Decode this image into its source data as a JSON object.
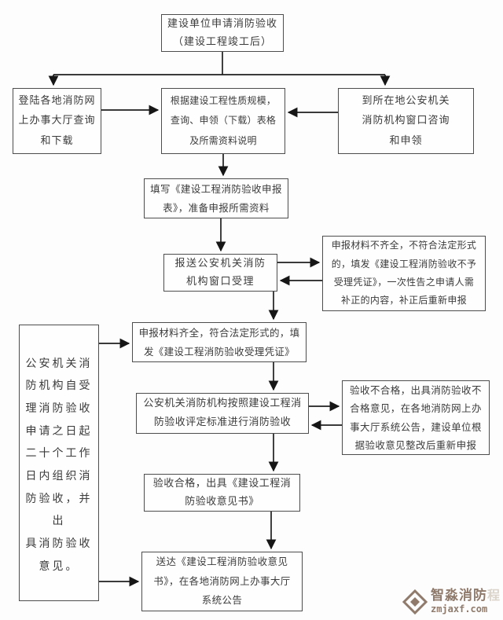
{
  "nodes": {
    "apply": {
      "text": "建设单位申请消防验收\n（建设工程竣工后）"
    },
    "web_query": {
      "text": "登陆各地消防网\n上办事大厅查询\n和下载"
    },
    "forms_info": {
      "text": "根据建设工程性质规模，\n查询、申领（下载）表格\n及所需资料说明"
    },
    "window_consult": {
      "text": "到所在地公安机关\n消防机构窗口咨询\n和申领"
    },
    "fill_form": {
      "text": "填写《建设工程消防验收申报\n表》，准备申报所需资料"
    },
    "submit": {
      "text": "报送公安机关消防\n机构窗口受理"
    },
    "incomplete": {
      "text": "申报材料不齐全，不符合法定形式\n的，填发《建设工程消防验收不予\n受理凭证》，一次性告之申请人需\n补正的内容，补正后重新申报"
    },
    "accepted": {
      "text": "申报材料齐全，符合法定形式的，填\n发《建设工程消防验收受理凭证》"
    },
    "inspection": {
      "text": "公安机关消防机构按照建设工程消\n防验收评定标准进行消防验收"
    },
    "fail": {
      "text": "验收不合格，出具消防验收不\n合格意见，在各地消防网上办\n事大厅系统公告，建设单位根\n据验收意见整改后重新申报"
    },
    "pass": {
      "text": "验收合格，出具《建设工程消\n防验收意见书》"
    },
    "deliver": {
      "text": "送达《建设工程消防验收意见\n书》，在各地消防网上办事大厅\n系统公告"
    },
    "timeframe": {
      "text": "公安机关消\n防机构自受\n理消防验收\n申请之日起\n二十个工作\n日内组织消\n防验收，并出\n具消防验收\n意见。"
    }
  },
  "watermark": {
    "brand": "智淼消防",
    "ghost": "程",
    "url": "zmjaxf.com",
    "brand_color": "#8a7464"
  },
  "colors": {
    "box_border": "#4d4d4d",
    "text": "#3b3b3b",
    "connector": "#1e1e1e",
    "background": "#fdfdfd"
  }
}
